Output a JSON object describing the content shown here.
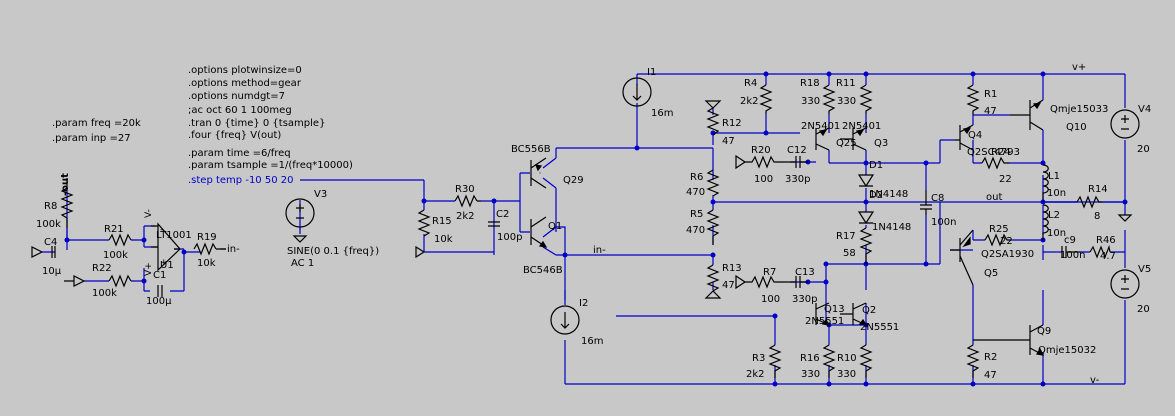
{
  "spice": {
    "options": [
      ".options plotwinsize=0",
      ".options method=gear",
      ".options numdgt=7"
    ],
    "analysis": [
      ";ac oct 60 1 100meg",
      ".tran 0 {time} 0 {tsample}",
      ".four {freq} V(out)"
    ],
    "params": [
      ".param time =6/freq",
      ".param tsample =1/(freq*10000)"
    ],
    "step": ".step temp -10 50 20",
    "left_params": [
      ".param freq =20k",
      ".param inp =27"
    ]
  },
  "colors": {
    "background": "#c8c8c8",
    "wire": "#0000c8",
    "component": "#000000",
    "step_text": "#0000c8"
  },
  "nets": {
    "out_top": "-out",
    "in_minus_left": "in-",
    "in_minus": "in-",
    "out": "out",
    "vplus": "v+",
    "vminus": "v-"
  },
  "components": {
    "R8": [
      "R8",
      "100k"
    ],
    "C4": [
      "C4",
      "10µ"
    ],
    "R21": [
      "R21",
      "100k"
    ],
    "R22": [
      "R22",
      "100k"
    ],
    "U1": [
      "LT1001",
      "U1"
    ],
    "C1": [
      "C1",
      "100µ"
    ],
    "R19": [
      "R19",
      "10k"
    ],
    "V3": [
      "V3",
      "SINE(0 0.1 {freq})",
      "AC 1"
    ],
    "R30": [
      "R30",
      "2k2"
    ],
    "R15": [
      "R15",
      "10k"
    ],
    "C2": [
      "C2",
      "100p"
    ],
    "Q29": [
      "BC556B",
      "Q29"
    ],
    "Q1": [
      "Q1",
      "BC546B"
    ],
    "I1": [
      "I1",
      "16m"
    ],
    "I2": [
      "I2",
      "16m"
    ],
    "R12": [
      "R12",
      "47"
    ],
    "R6": [
      "R6",
      "470"
    ],
    "R5": [
      "R5",
      "470"
    ],
    "R13": [
      "R13",
      "47"
    ],
    "R4": [
      "R4",
      "2k2"
    ],
    "R18": [
      "R18",
      "330"
    ],
    "R11": [
      "R11",
      "330"
    ],
    "Q25": [
      "2N5401",
      "Q25"
    ],
    "Q3": [
      "2N5401",
      "Q3"
    ],
    "R20": [
      "R20",
      "100"
    ],
    "C12": [
      "C12",
      "330p"
    ],
    "D1": [
      "D1",
      "1N4148"
    ],
    "D2": [
      "D2",
      "1N4148"
    ],
    "C8": [
      "C8",
      "100n"
    ],
    "R17": [
      "R17",
      "58"
    ],
    "R7": [
      "R7",
      "100"
    ],
    "C13": [
      "C13",
      "330p"
    ],
    "Q13": [
      "Q13",
      "2N5551"
    ],
    "Q2": [
      "Q2",
      "2N5551"
    ],
    "R3": [
      "R3",
      "2k2"
    ],
    "R16": [
      "R16",
      "330"
    ],
    "R10": [
      "R10",
      "330"
    ],
    "R1": [
      "R1",
      "47"
    ],
    "Q4": [
      "Q4",
      "Q2SC4793"
    ],
    "R24": [
      "R24",
      "22"
    ],
    "Q10": [
      "Qmje15033",
      "Q10"
    ],
    "L1": [
      "L1",
      "10n"
    ],
    "L2": [
      "L2",
      "10n"
    ],
    "R14": [
      "R14",
      "8"
    ],
    "C9": [
      "c9",
      "100n"
    ],
    "R46": [
      "R46",
      "4.7"
    ],
    "R25": [
      "R25",
      "22"
    ],
    "Q5": [
      "Q2SA1930",
      "Q5"
    ],
    "R2": [
      "R2",
      "47"
    ],
    "Q9": [
      "Q9",
      "Qmje15032"
    ],
    "V4": [
      "V4",
      "20"
    ],
    "V5": [
      "V5",
      "20"
    ]
  }
}
